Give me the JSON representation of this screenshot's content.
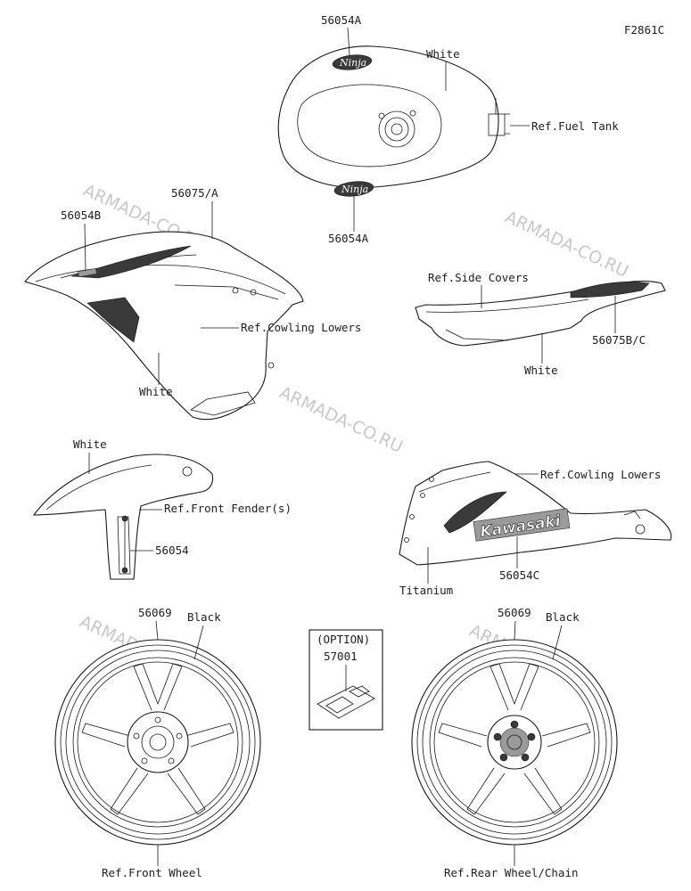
{
  "figure_code": "F2861C",
  "watermark": "ARMADA-CO.RU",
  "parts": {
    "tank_upper": "56054A",
    "tank_lower": "56054A",
    "cowl_upper_left": "56054B",
    "cowl_upper": "56075/A",
    "tail": "56075B/C",
    "fender": "56054",
    "lower_cowl": "56054C",
    "front_wheel": "56069",
    "option_part": "57001",
    "rear_wheel": "56069"
  },
  "labels": {
    "tank_white": "White",
    "fuel_tank": "Ref.Fuel Tank",
    "cowling_lowers_1": "Ref.Cowling Lowers",
    "cowl_white": "White",
    "side_covers": "Ref.Side Covers",
    "tail_white": "White",
    "fender_white": "White",
    "front_fender": "Ref.Front Fender(s)",
    "cowling_lowers_2": "Ref.Cowling Lowers",
    "titanium": "Titanium",
    "option": "(OPTION)",
    "front_black": "Black",
    "rear_black": "Black",
    "front_wheel_ref": "Ref.Front Wheel",
    "rear_wheel_ref": "Ref.Rear Wheel/Chain",
    "tank_logo": "Ninja",
    "brand_logo": "Kawasaki"
  },
  "colors": {
    "ink": "#1a1a1a",
    "watermark": "#c9c9c9"
  }
}
